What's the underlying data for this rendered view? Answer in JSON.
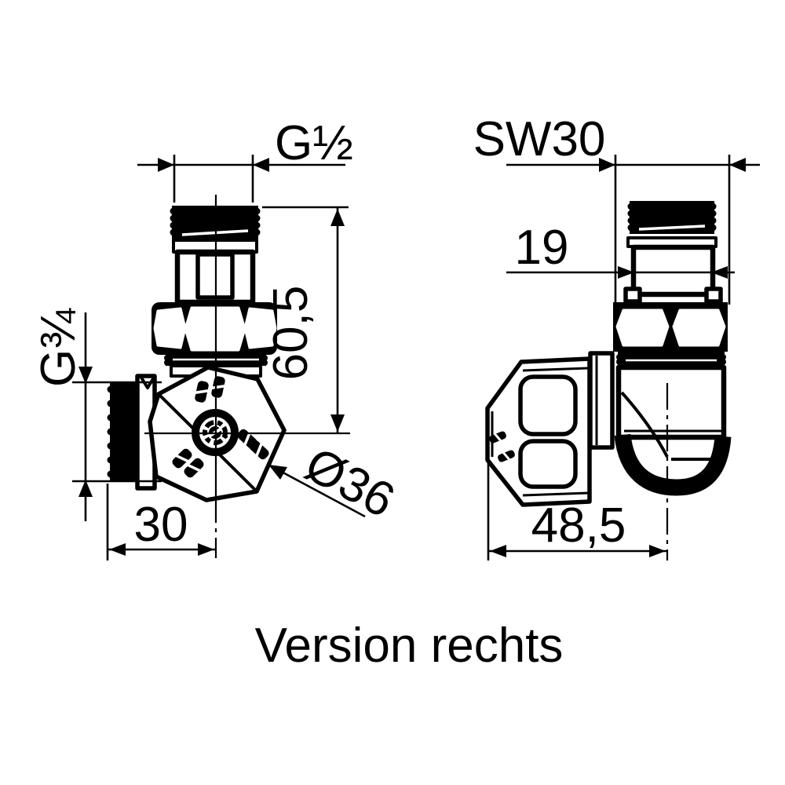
{
  "drawing": {
    "caption": "Version rechts",
    "left_view": {
      "top_thread_label": "G½",
      "side_thread_label": "G¾",
      "height_label": "60,5",
      "width_label": "30",
      "body_diameter_label": "Ø36"
    },
    "right_view": {
      "wrench_size_label": "SW30",
      "nipple_diameter_label": "19",
      "depth_label": "48,5"
    },
    "colors": {
      "ink": "#000000",
      "paper": "#ffffff"
    }
  }
}
